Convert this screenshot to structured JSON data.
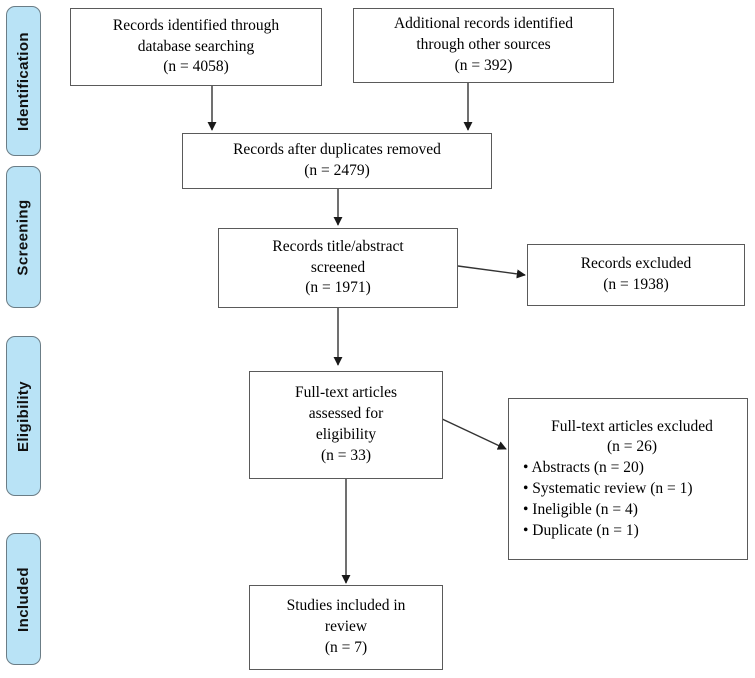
{
  "diagram": {
    "title": "PRISMA flow diagram",
    "accent_color": "#b9e3f6",
    "border_color": "#5a5a5a",
    "stage_border_color": "#6b7d86"
  },
  "stages": [
    {
      "id": "identification",
      "label": "Identification"
    },
    {
      "id": "screening",
      "label": "Screening"
    },
    {
      "id": "eligibility",
      "label": "Eligibility"
    },
    {
      "id": "included",
      "label": "Included"
    }
  ],
  "boxes": {
    "database_records": {
      "line1": "Records identified through",
      "line2": "database searching",
      "line3": "(n = 4058)"
    },
    "other_records": {
      "line1": "Additional records identified",
      "line2": "through other sources",
      "line3": "(n = 392)"
    },
    "duplicates_removed": {
      "line1": "Records after duplicates removed",
      "line2": "(n = 2479)"
    },
    "screened": {
      "line1": "Records title/abstract",
      "line2": "screened",
      "line3": "(n = 1971)"
    },
    "records_excluded": {
      "line1": "Records excluded",
      "line2": "(n = 1938)"
    },
    "fulltext_assessed": {
      "line1": "Full-text articles",
      "line2": "assessed for",
      "line3": "eligibility",
      "line4": "(n = 33)"
    },
    "fulltext_excluded": {
      "line1": "Full-text articles excluded",
      "line2": "(n = 26)",
      "reasons": [
        "• Abstracts (n = 20)",
        "• Systematic review  (n = 1)",
        "• Ineligible  (n = 4)",
        "• Duplicate  (n = 1)"
      ]
    },
    "included_studies": {
      "line1": "Studies included in",
      "line2": "review",
      "line3": "(n = 7)"
    }
  },
  "chart_data": {
    "type": "diagram",
    "title": "PRISMA flow diagram",
    "nodes": [
      {
        "id": "database_records",
        "stage": "Identification",
        "label": "Records identified through database searching",
        "n": 4058
      },
      {
        "id": "other_records",
        "stage": "Identification",
        "label": "Additional records identified through other sources",
        "n": 392
      },
      {
        "id": "duplicates_removed",
        "stage": "Identification",
        "label": "Records after duplicates removed",
        "n": 2479
      },
      {
        "id": "screened",
        "stage": "Screening",
        "label": "Records title/abstract screened",
        "n": 1971
      },
      {
        "id": "records_excluded",
        "stage": "Screening",
        "label": "Records excluded",
        "n": 1938
      },
      {
        "id": "fulltext_assessed",
        "stage": "Eligibility",
        "label": "Full-text articles assessed for eligibility",
        "n": 33
      },
      {
        "id": "fulltext_excluded",
        "stage": "Eligibility",
        "label": "Full-text articles excluded",
        "n": 26,
        "reasons": [
          {
            "label": "Abstracts",
            "n": 20
          },
          {
            "label": "Systematic review",
            "n": 1
          },
          {
            "label": "Ineligible",
            "n": 4
          },
          {
            "label": "Duplicate",
            "n": 1
          }
        ]
      },
      {
        "id": "included_studies",
        "stage": "Included",
        "label": "Studies included in review",
        "n": 7
      }
    ],
    "edges": [
      {
        "from": "database_records",
        "to": "duplicates_removed"
      },
      {
        "from": "other_records",
        "to": "duplicates_removed"
      },
      {
        "from": "duplicates_removed",
        "to": "screened"
      },
      {
        "from": "screened",
        "to": "records_excluded"
      },
      {
        "from": "screened",
        "to": "fulltext_assessed"
      },
      {
        "from": "fulltext_assessed",
        "to": "fulltext_excluded"
      },
      {
        "from": "fulltext_assessed",
        "to": "included_studies"
      }
    ]
  }
}
